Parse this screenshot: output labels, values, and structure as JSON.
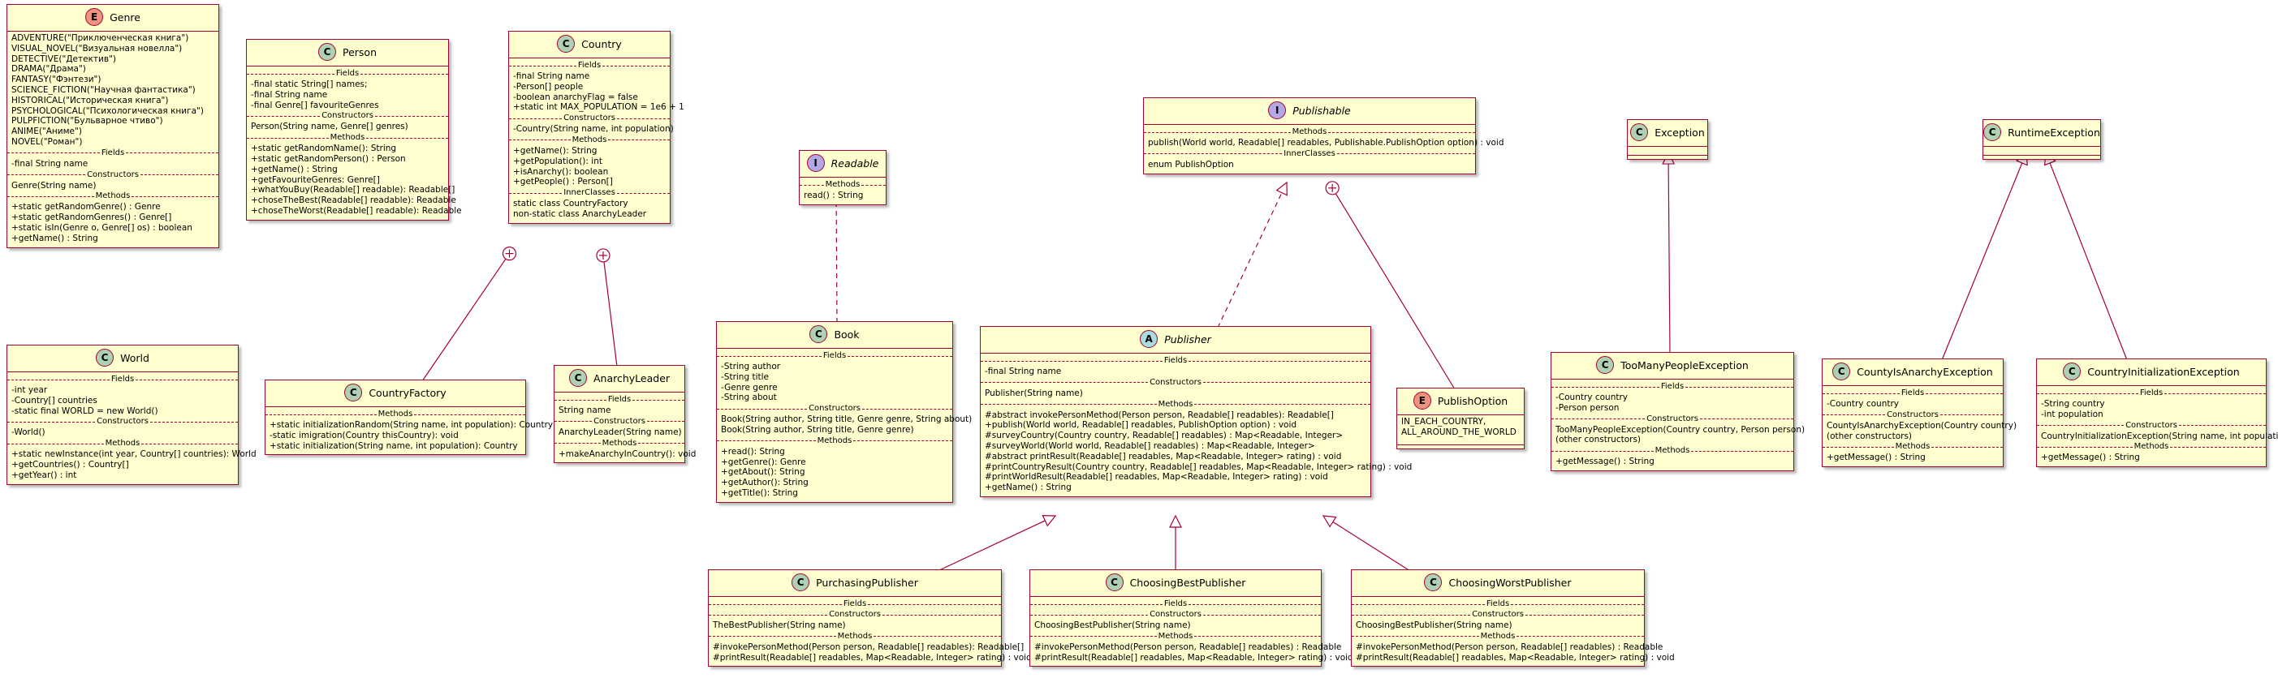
{
  "classes": [
    {
      "id": "Genre",
      "kind": "E",
      "name": "Genre",
      "italic": false,
      "sections": [
        {
          "kind": "lines",
          "lines": [
            "ADVENTURE(\"Приключенческая книга\")",
            "VISUAL_NOVEL(\"Визуальная новелла\")",
            "DETECTIVE(\"Детектив\")",
            "DRAMA(\"Драма\")",
            "FANTASY(\"Фэнтези\")",
            "SCIENCE_FICTION(\"Научная фантастика\")",
            "HISTORICAL(\"Историческая книга\")",
            "PSYCHOLOGICAL(\"Психологическая книга\")",
            "PULPFICTION(\"Бульварное чтиво\")",
            "ANIME(\"Аниме\")",
            "NOVEL(\"Роман\")"
          ]
        },
        {
          "kind": "sep",
          "label": "Fields"
        },
        {
          "kind": "lines",
          "lines": [
            "-final String name"
          ]
        },
        {
          "kind": "sep",
          "label": "Constructors"
        },
        {
          "kind": "lines",
          "lines": [
            "Genre(String name)"
          ]
        },
        {
          "kind": "sep",
          "label": "Methods"
        },
        {
          "kind": "lines",
          "lines": [
            "+static getRandomGenre() : Genre",
            "+static getRandomGenres() : Genre[]",
            "+static isIn(Genre o, Genre[] os) : boolean",
            "+getName() : String"
          ]
        }
      ]
    },
    {
      "id": "Person",
      "kind": "C",
      "name": "Person",
      "italic": false,
      "sections": [
        {
          "kind": "sep",
          "label": "Fields"
        },
        {
          "kind": "lines",
          "lines": [
            "-final static String[] names;",
            "-final String name",
            "-final Genre[] favouriteGenres"
          ]
        },
        {
          "kind": "sep",
          "label": "Constructors"
        },
        {
          "kind": "lines",
          "lines": [
            "Person(String name, Genre[] genres)"
          ]
        },
        {
          "kind": "sep",
          "label": "Methods"
        },
        {
          "kind": "lines",
          "lines": [
            "+static getRandomName(): String",
            "+static getRandomPerson() : Person",
            "+getName() : String",
            "+getFavouriteGenres: Genre[]",
            "+whatYouBuy(Readable[] readable): Readable[]",
            "+choseTheBest(Readable[] readable): Readable",
            "+choseTheWorst(Readable[] readable): Readable"
          ]
        }
      ]
    },
    {
      "id": "Country",
      "kind": "C",
      "name": "Country",
      "italic": false,
      "sections": [
        {
          "kind": "sep",
          "label": "Fields"
        },
        {
          "kind": "lines",
          "lines": [
            "-final String name",
            "-Person[] people",
            "-boolean anarchyFlag = false",
            "+static int MAX_POPULATION = 1e6 + 1"
          ]
        },
        {
          "kind": "sep",
          "label": "Constructors"
        },
        {
          "kind": "lines",
          "lines": [
            "-Country(String name, int population)"
          ]
        },
        {
          "kind": "sep",
          "label": "Methods"
        },
        {
          "kind": "lines",
          "lines": [
            "+getName(): String",
            "+getPopulation(): int",
            "+isAnarchy(): boolean",
            "+getPeople() : Person[]"
          ]
        },
        {
          "kind": "sep",
          "label": "InnerClasses"
        },
        {
          "kind": "lines",
          "lines": [
            "static class CountryFactory",
            "non-static class AnarchyLeader"
          ]
        }
      ]
    },
    {
      "id": "Readable",
      "kind": "I",
      "name": "Readable",
      "italic": true,
      "sections": [
        {
          "kind": "sep",
          "label": "Methods"
        },
        {
          "kind": "lines",
          "lines": [
            "read() : String"
          ]
        }
      ]
    },
    {
      "id": "Publishable",
      "kind": "I",
      "name": "Publishable",
      "italic": true,
      "sections": [
        {
          "kind": "sep",
          "label": "Methods"
        },
        {
          "kind": "lines",
          "lines": [
            "publish(World world, Readable[] readables, Publishable.PublishOption option) : void"
          ]
        },
        {
          "kind": "sep",
          "label": "InnerClasses"
        },
        {
          "kind": "lines",
          "lines": [
            "enum PublishOption"
          ]
        }
      ]
    },
    {
      "id": "Exception",
      "kind": "C",
      "name": "Exception",
      "italic": false,
      "sections": [
        {
          "kind": "empty"
        }
      ]
    },
    {
      "id": "RuntimeException",
      "kind": "C",
      "name": "RuntimeException",
      "italic": false,
      "sections": [
        {
          "kind": "empty"
        }
      ]
    },
    {
      "id": "World",
      "kind": "C",
      "name": "World",
      "italic": false,
      "sections": [
        {
          "kind": "sep",
          "label": "Fields"
        },
        {
          "kind": "lines",
          "lines": [
            "-int year",
            "-Country[] countries",
            "-static final WORLD = new World()"
          ]
        },
        {
          "kind": "sep",
          "label": "Constructors"
        },
        {
          "kind": "lines",
          "lines": [
            "-World()"
          ]
        },
        {
          "kind": "sep",
          "label": "Methods"
        },
        {
          "kind": "lines",
          "lines": [
            "+static newInstance(int year, Country[] countries): World",
            "+getCountries() : Country[]",
            "+getYear() : int"
          ]
        }
      ]
    },
    {
      "id": "CountryFactory",
      "kind": "C",
      "name": "CountryFactory",
      "italic": false,
      "sections": [
        {
          "kind": "sep",
          "label": "Methods"
        },
        {
          "kind": "lines",
          "lines": [
            "+static initializationRandom(String name, int population): Country",
            "-static imigration(Country thisCountry): void",
            "+static initialization(String name, int population): Country"
          ]
        }
      ]
    },
    {
      "id": "AnarchyLeader",
      "kind": "C",
      "name": "AnarchyLeader",
      "italic": false,
      "sections": [
        {
          "kind": "sep",
          "label": "Fields"
        },
        {
          "kind": "lines",
          "lines": [
            "String name"
          ]
        },
        {
          "kind": "sep",
          "label": "Constructors"
        },
        {
          "kind": "lines",
          "lines": [
            "AnarchyLeader(String name)"
          ]
        },
        {
          "kind": "sep",
          "label": "Methods"
        },
        {
          "kind": "lines",
          "lines": [
            "+makeAnarchyInCountry(): void"
          ]
        }
      ]
    },
    {
      "id": "Book",
      "kind": "C",
      "name": "Book",
      "italic": false,
      "sections": [
        {
          "kind": "sep",
          "label": "Fields"
        },
        {
          "kind": "lines",
          "lines": [
            "-String author",
            "-String title",
            "-Genre genre",
            "-String about"
          ]
        },
        {
          "kind": "sep",
          "label": "Constructors"
        },
        {
          "kind": "lines",
          "lines": [
            "Book(String author, String title, Genre genre, String about)",
            "Book(String author, String title, Genre genre)"
          ]
        },
        {
          "kind": "sep",
          "label": "Methods"
        },
        {
          "kind": "lines",
          "lines": [
            "+read(): String",
            "+getGenre(): Genre",
            "+getAbout(): String",
            "+getAuthor(): String",
            "+getTitle(): String"
          ]
        }
      ]
    },
    {
      "id": "Publisher",
      "kind": "A",
      "name": "Publisher",
      "italic": true,
      "sections": [
        {
          "kind": "sep",
          "label": "Fields"
        },
        {
          "kind": "lines",
          "lines": [
            "-final String name"
          ]
        },
        {
          "kind": "sep",
          "label": "Constructors"
        },
        {
          "kind": "lines",
          "lines": [
            "Publisher(String name)"
          ]
        },
        {
          "kind": "sep",
          "label": "Methods"
        },
        {
          "kind": "lines",
          "lines": [
            "#abstract invokePersonMethod(Person person, Readable[] readables): Readable[]",
            "+publish(World world, Readable[] readables, PublishOption option) : void",
            "#surveyCountry(Country country, Readable[] readables) : Map<Readable, Integer>",
            "#surveyWorld(World world, Readable[] readables) : Map<Readable, Integer>",
            "#abstract printResult(Readable[] readables, Map<Readable, Integer> rating) : void",
            "#printCountryResult(Country country, Readable[] readables, Map<Readable, Integer> rating) : void",
            "#printWorldResult(Readable[] readables, Map<Readable, Integer> rating) : void",
            "+getName() : String"
          ]
        }
      ]
    },
    {
      "id": "PublishOption",
      "kind": "E",
      "name": "PublishOption",
      "italic": false,
      "sections": [
        {
          "kind": "lines",
          "lines": [
            "IN_EACH_COUNTRY,",
            "ALL_AROUND_THE_WORLD"
          ]
        },
        {
          "kind": "empty"
        }
      ]
    },
    {
      "id": "TooManyPeopleException",
      "kind": "C",
      "name": "TooManyPeopleException",
      "italic": false,
      "sections": [
        {
          "kind": "sep",
          "label": "Fields"
        },
        {
          "kind": "lines",
          "lines": [
            "-Country country",
            "-Person person"
          ]
        },
        {
          "kind": "sep",
          "label": "Constructors"
        },
        {
          "kind": "lines",
          "lines": [
            "TooManyPeopleException(Country country, Person person)",
            "(other constructors)"
          ]
        },
        {
          "kind": "sep",
          "label": "Methods"
        },
        {
          "kind": "lines",
          "lines": [
            "+getMessage() : String"
          ]
        }
      ]
    },
    {
      "id": "CountyIsAnarchyException",
      "kind": "C",
      "name": "CountyIsAnarchyException",
      "italic": false,
      "sections": [
        {
          "kind": "sep",
          "label": "Fields"
        },
        {
          "kind": "lines",
          "lines": [
            "-Country country"
          ]
        },
        {
          "kind": "sep",
          "label": "Constructors"
        },
        {
          "kind": "lines",
          "lines": [
            "CountyIsAnarchyException(Country country)",
            "(other constructors)"
          ]
        },
        {
          "kind": "sep",
          "label": "Methods"
        },
        {
          "kind": "lines",
          "lines": [
            "+getMessage() : String"
          ]
        }
      ]
    },
    {
      "id": "CountryInitializationException",
      "kind": "C",
      "name": "CountryInitializationException",
      "italic": false,
      "sections": [
        {
          "kind": "sep",
          "label": "Fields"
        },
        {
          "kind": "lines",
          "lines": [
            "-String country",
            "-int population"
          ]
        },
        {
          "kind": "sep",
          "label": "Constructors"
        },
        {
          "kind": "lines",
          "lines": [
            "CountryInitializationException(String name, int population)"
          ]
        },
        {
          "kind": "sep",
          "label": "Methods"
        },
        {
          "kind": "lines",
          "lines": [
            "+getMessage() : String"
          ]
        }
      ]
    },
    {
      "id": "PurchasingPublisher",
      "kind": "C",
      "name": "PurchasingPublisher",
      "italic": false,
      "sections": [
        {
          "kind": "sep",
          "label": "Fields"
        },
        {
          "kind": "sep",
          "label": "Constructors"
        },
        {
          "kind": "lines",
          "lines": [
            "TheBestPublisher(String name)"
          ]
        },
        {
          "kind": "sep",
          "label": "Methods"
        },
        {
          "kind": "lines",
          "lines": [
            "#invokePersonMethod(Person person, Readable[] readables): Readable[]",
            "#printResult(Readable[] readables, Map<Readable, Integer> rating) : void"
          ]
        }
      ]
    },
    {
      "id": "ChoosingBestPublisher",
      "kind": "C",
      "name": "ChoosingBestPublisher",
      "italic": false,
      "sections": [
        {
          "kind": "sep",
          "label": "Fields"
        },
        {
          "kind": "sep",
          "label": "Constructors"
        },
        {
          "kind": "lines",
          "lines": [
            "ChoosingBestPublisher(String name)"
          ]
        },
        {
          "kind": "sep",
          "label": "Methods"
        },
        {
          "kind": "lines",
          "lines": [
            "#invokePersonMethod(Person person, Readable[] readables) : Readable",
            "#printResult(Readable[] readables, Map<Readable, Integer> rating) : void"
          ]
        }
      ]
    },
    {
      "id": "ChoosingWorstPublisher",
      "kind": "C",
      "name": "ChoosingWorstPublisher",
      "italic": false,
      "sections": [
        {
          "kind": "sep",
          "label": "Fields"
        },
        {
          "kind": "sep",
          "label": "Constructors"
        },
        {
          "kind": "lines",
          "lines": [
            "ChoosingBestPublisher(String name)"
          ]
        },
        {
          "kind": "sep",
          "label": "Methods"
        },
        {
          "kind": "lines",
          "lines": [
            "#invokePersonMethod(Person person, Readable[] readables) : Readable",
            "#printResult(Readable[] readables, Map<Readable, Integer> rating) : void"
          ]
        }
      ]
    }
  ],
  "relations": [
    {
      "from": "CountryFactory",
      "to": "Country",
      "type": "nested"
    },
    {
      "from": "AnarchyLeader",
      "to": "Country",
      "type": "nested"
    },
    {
      "from": "PublishOption",
      "to": "Publishable",
      "type": "nested"
    },
    {
      "from": "Book",
      "to": "Readable",
      "type": "implements"
    },
    {
      "from": "Publisher",
      "to": "Publishable",
      "type": "implements"
    },
    {
      "from": "TooManyPeopleException",
      "to": "Exception",
      "type": "extends"
    },
    {
      "from": "CountyIsAnarchyException",
      "to": "RuntimeException",
      "type": "extends"
    },
    {
      "from": "CountryInitializationException",
      "to": "RuntimeException",
      "type": "extends"
    },
    {
      "from": "PurchasingPublisher",
      "to": "Publisher",
      "type": "extends"
    },
    {
      "from": "ChoosingBestPublisher",
      "to": "Publisher",
      "type": "extends"
    },
    {
      "from": "ChoosingWorstPublisher",
      "to": "Publisher",
      "type": "extends"
    }
  ],
  "colors": {
    "border": "#a80036",
    "fill": "#fefece",
    "class_badge": "#add1b2",
    "interface_badge": "#b4a7e5",
    "abstract_badge": "#a9dcdf",
    "enum_badge": "#eb937f"
  }
}
